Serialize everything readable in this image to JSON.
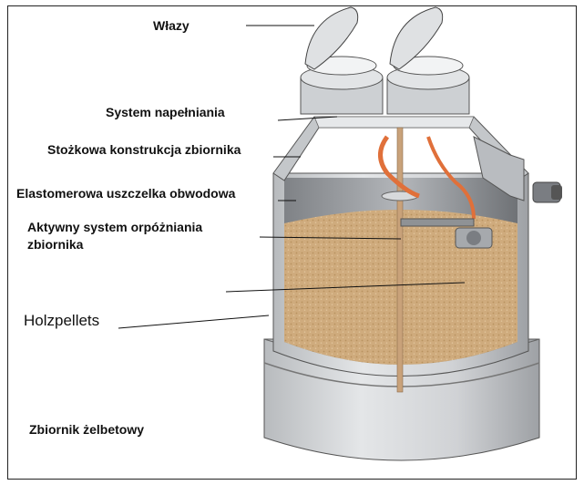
{
  "labels": {
    "wlazy": "Włazy",
    "system_napelniania": "System napełniania",
    "stozkowa": "Stożkowa konstrukcja zbiornika",
    "uszczelka": "Elastomerowa uszczelka obwodowa",
    "oprozniania_line1": "Aktywny system orpóżniania",
    "oprozniania_line2": "zbiornika",
    "holzpellets": "Holzpellets",
    "zbiornik": "Zbiornik żelbetowy"
  },
  "colors": {
    "pellets": "#c9a679",
    "concrete": "#d2d4d6",
    "concrete_dark": "#a9acaf",
    "pipe_orange": "#e0703a"
  }
}
